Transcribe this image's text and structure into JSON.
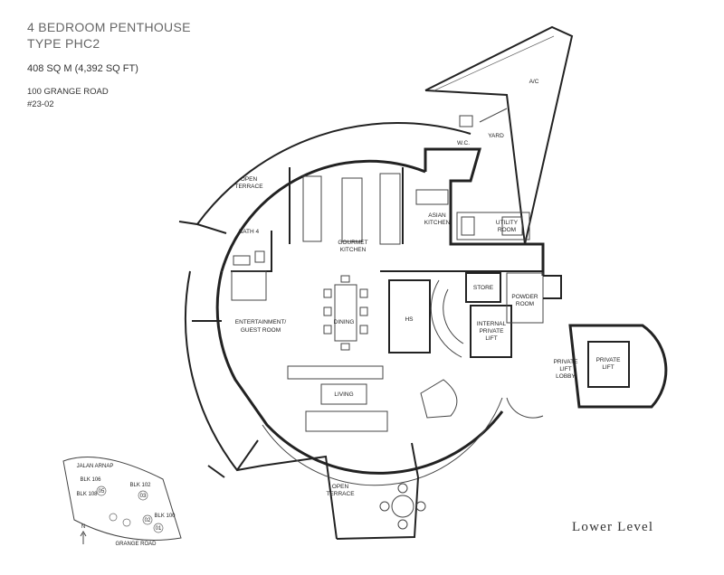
{
  "header": {
    "title_line1": "4 BEDROOM PENTHOUSE",
    "title_line2": "TYPE PHC2",
    "area": "408 SQ M (4,392 SQ FT)",
    "address_line1": "100 GRANGE ROAD",
    "address_line2": "#23-02"
  },
  "level_label": "Lower Level",
  "rooms": {
    "open_terrace_top_1": "OPEN",
    "open_terrace_top_2": "TERRACE",
    "bath4": "BATH 4",
    "gourmet_kitchen_1": "GOURMET",
    "gourmet_kitchen_2": "KITCHEN",
    "asian_kitchen_1": "ASIAN",
    "asian_kitchen_2": "KITCHEN",
    "utility_room_1": "UTILITY",
    "utility_room_2": "ROOM",
    "wc": "W.C.",
    "yard": "YARD",
    "ac": "A/C",
    "store": "STORE",
    "powder_room_1": "POWDER",
    "powder_room_2": "ROOM",
    "hs": "HS",
    "internal_lift_1": "INTERNAL",
    "internal_lift_2": "PRIVATE",
    "internal_lift_3": "LIFT",
    "entertainment_1": "ENTERTAINMENT/",
    "entertainment_2": "GUEST ROOM",
    "dining": "DINING",
    "living": "LIVING",
    "lift_lobby_1": "PRIVATE",
    "lift_lobby_2": "LIFT",
    "lift_lobby_3": "LOBBY",
    "private_lift_1": "PRIVATE",
    "private_lift_2": "LIFT",
    "open_terrace_bottom_1": "OPEN",
    "open_terrace_bottom_2": "TERRACE"
  },
  "keyplan": {
    "road_top": "JALAN ARNAP",
    "road_bottom": "GRANGE ROAD",
    "north": "N",
    "blocks": [
      "BLK 106",
      "BLK 102",
      "BLK 108",
      "BLK 100"
    ],
    "markers": [
      "05",
      "03",
      "02",
      "01"
    ]
  }
}
